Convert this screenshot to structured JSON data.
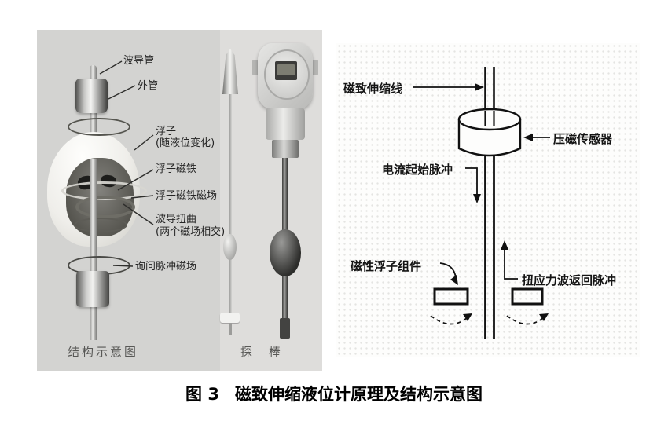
{
  "figure": {
    "caption_prefix": "图 3",
    "caption_title": "磁致伸缩液位计原理及结构示意图"
  },
  "structure_diagram": {
    "caption": "结构示意图",
    "labels": {
      "waveguide_tube": "波导管",
      "outer_tube": "外管",
      "float": "浮子",
      "float_note": "(随液位变化)",
      "float_magnet": "浮子磁铁",
      "float_magnet_field": "浮子磁铁磁场",
      "waveguide_twist": "波导扭曲",
      "waveguide_twist_note": "(两个磁场相交)",
      "interrogation_pulse_field": "询问脉冲磁场"
    }
  },
  "probe_photo": {
    "caption": "探　棒"
  },
  "principle_diagram": {
    "labels": {
      "magnetostrictive_wire": "磁致伸缩线",
      "piezomagnetic_sensor": "压磁传感器",
      "current_start_pulse": "电流起始脉冲",
      "magnetic_float_assembly": "磁性浮子组件",
      "torsional_wave_return_pulse": "扭应力波返回脉冲"
    }
  },
  "colors": {
    "photo_bg_left": "#d3d3d1",
    "photo_bg_right": "#dedddb",
    "diagram_bg": "#fdfdfc",
    "diagram_line": "#111111",
    "photo_label_text": "#242424",
    "photo_caption_text": "#585856",
    "caption_text": "#000000"
  }
}
